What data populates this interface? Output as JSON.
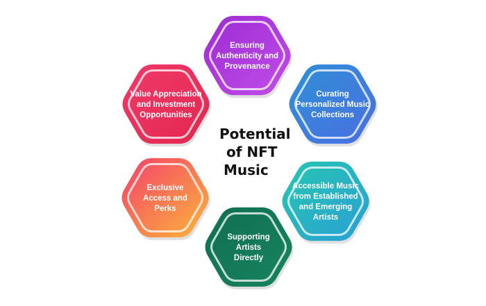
{
  "center": {
    "line1": "Potential",
    "line2": "of NFT",
    "line3": "Music"
  },
  "hexagons": [
    {
      "key": "authenticity",
      "lines": [
        "Ensuring",
        "Authenticity and",
        "Provenance"
      ],
      "color_start": "#9b2bd3",
      "color_end": "#c24ee8"
    },
    {
      "key": "curating",
      "lines": [
        "Curating",
        "Personalized Music",
        "Collections"
      ],
      "color_start": "#2f8fd8",
      "color_end": "#4a6fe0"
    },
    {
      "key": "accessible",
      "lines": [
        "Accessible Music",
        "from Established",
        "and Emerging",
        "Artists"
      ],
      "color_start": "#26c6b0",
      "color_end": "#2a9fd6"
    },
    {
      "key": "supporting",
      "lines": [
        "Supporting",
        "Artists",
        "Directly"
      ],
      "color_start": "#0f6e52",
      "color_end": "#18845f"
    },
    {
      "key": "exclusive",
      "lines": [
        "Exclusive",
        "Access and",
        "Perks"
      ],
      "color_start": "#f5406b",
      "color_end": "#fbb63a"
    },
    {
      "key": "value",
      "lines": [
        "Value Appreciation",
        "and Investment",
        "Opportunities"
      ],
      "color_start": "#f03a6a",
      "color_end": "#e3264f"
    }
  ]
}
